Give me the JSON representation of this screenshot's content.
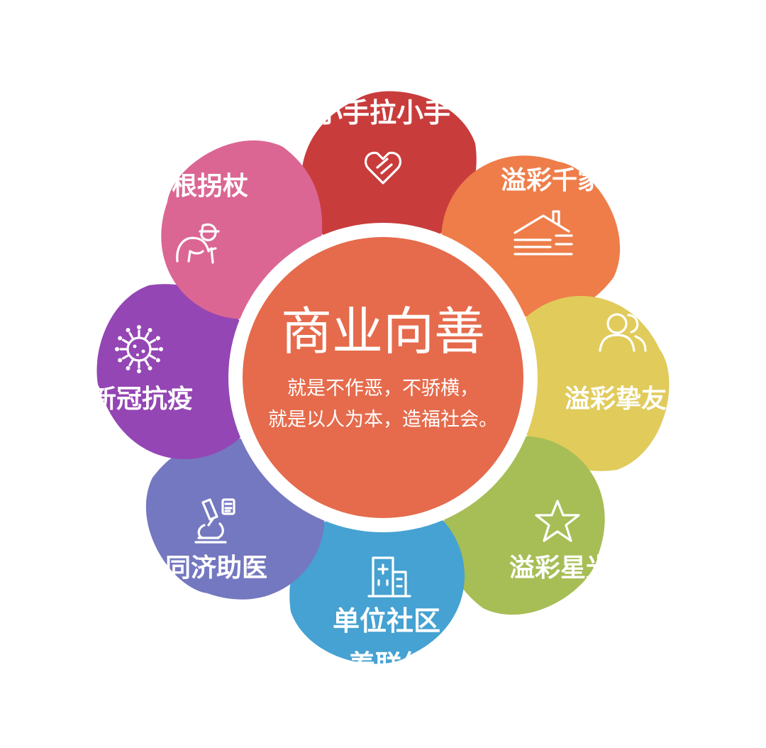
{
  "center": {
    "title": "商业向善",
    "line1": "就是不作恶，不骄横，",
    "line2": "就是以人为本，造福社会。",
    "color": "#E56B4C"
  },
  "petals": [
    {
      "key": "hand-in-hand",
      "label": [
        "小手拉小手"
      ],
      "color": "#C93C3C",
      "icon": "heart-link-icon"
    },
    {
      "key": "yicai-qianjia",
      "label": [
        "溢彩千家"
      ],
      "color": "#EE7D4A",
      "icon": "house-icon"
    },
    {
      "key": "yicai-zhiyou",
      "label": [
        "溢彩挚友"
      ],
      "color": "#E1CB5B",
      "icon": "people-icon"
    },
    {
      "key": "yicai-xingguang",
      "label": [
        "溢彩星光"
      ],
      "color": "#A6BE55",
      "icon": "star-icon"
    },
    {
      "key": "community",
      "label": [
        "单位社区",
        "养联体"
      ],
      "color": "#45A2D2",
      "icon": "building-icon"
    },
    {
      "key": "tongji-zhuyi",
      "label": [
        "同济助医"
      ],
      "color": "#7478C0",
      "icon": "microscope-icon"
    },
    {
      "key": "covid",
      "label": [
        "新冠抗疫"
      ],
      "color": "#9446B4",
      "icon": "virus-icon"
    },
    {
      "key": "cane",
      "label": [
        "一根拐杖"
      ],
      "color": "#DB6693",
      "icon": "elder-icon"
    }
  ]
}
